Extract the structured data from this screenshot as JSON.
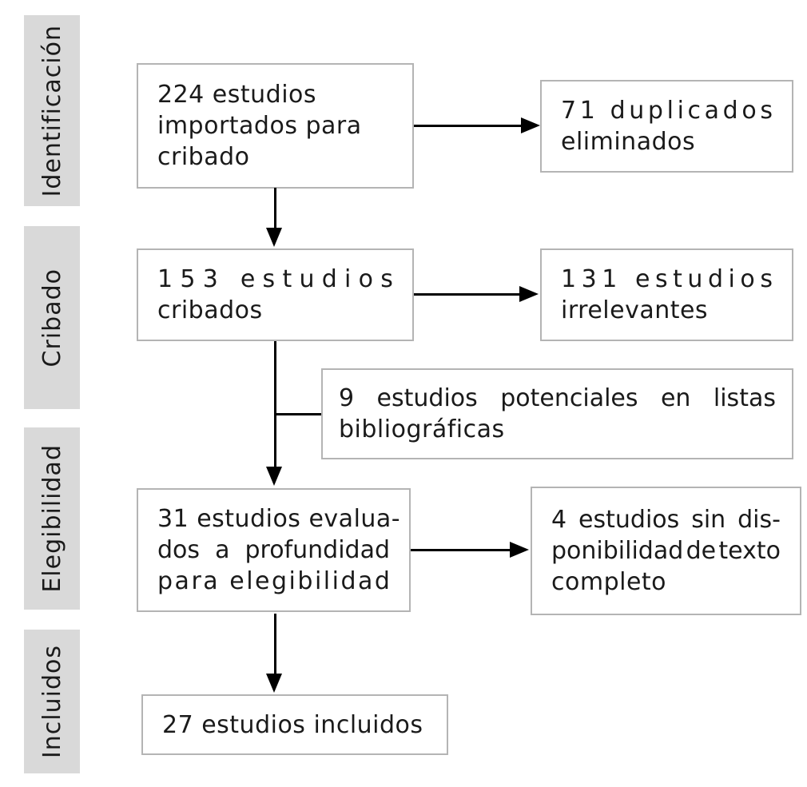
{
  "colors": {
    "page_bg": "#ffffff",
    "band_bg": "#d9d9d9",
    "box_border": "#b4b4b4",
    "text": "#1a1a1a",
    "arrow": "#000000"
  },
  "sidebar": {
    "stages": [
      {
        "label": "Identificación"
      },
      {
        "label": "Cribado"
      },
      {
        "label": "Elegibilidad"
      },
      {
        "label": "Incluidos"
      }
    ]
  },
  "boxes": [
    {
      "id": "imported-for-screening",
      "count": "224",
      "lines": [
        {
          "text": "224 estudios",
          "fit": "normal"
        },
        {
          "text": "importados para",
          "fit": "normal"
        },
        {
          "text": "cribado",
          "fit": "normal"
        }
      ]
    },
    {
      "id": "duplicates-removed",
      "count": "71",
      "lines": [
        {
          "text": "71 duplicados",
          "fit": "chars"
        },
        {
          "text": "eliminados",
          "fit": "normal"
        }
      ]
    },
    {
      "id": "studies-screened",
      "count": "153",
      "lines": [
        {
          "text": "153 estudios",
          "fit": "chars"
        },
        {
          "text": "cribados",
          "fit": "normal"
        }
      ]
    },
    {
      "id": "irrelevant-studies",
      "count": "131",
      "lines": [
        {
          "text": "131 estudios",
          "fit": "chars"
        },
        {
          "text": "irrelevantes",
          "fit": "normal"
        }
      ]
    },
    {
      "id": "potential-reference-studies",
      "count": "9",
      "lines": [
        {
          "text": "9 estudios potenciales en listas",
          "fit": "words"
        },
        {
          "text": "bibliográficas",
          "fit": "normal"
        }
      ]
    },
    {
      "id": "assessed-for-eligibility",
      "count": "31",
      "lines": [
        {
          "text": "31 estudios evalua-",
          "fit": "normal"
        },
        {
          "text": "dos a profundidad",
          "fit": "words"
        },
        {
          "text": "para elegibilidad",
          "fit": "chars"
        }
      ]
    },
    {
      "id": "no-fulltext-available",
      "count": "4",
      "lines": [
        {
          "text": "4 estudios sin dis-",
          "fit": "words"
        },
        {
          "text": "ponibilidad de texto",
          "fit": "words"
        },
        {
          "text": "completo",
          "fit": "normal"
        }
      ]
    },
    {
      "id": "studies-included",
      "count": "27",
      "lines": [
        {
          "text": "27 estudios incluidos",
          "fit": "normal"
        }
      ]
    }
  ]
}
